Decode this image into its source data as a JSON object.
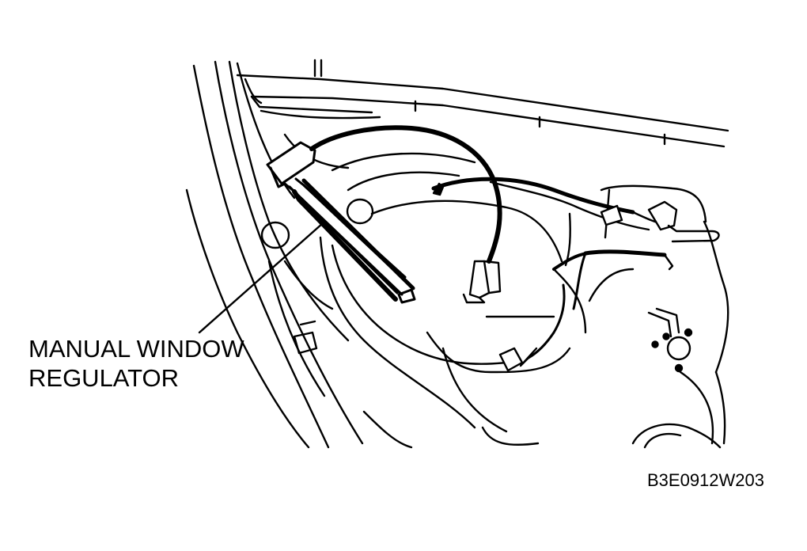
{
  "callout": {
    "line1": "MANUAL WINDOW",
    "line2": "REGULATOR"
  },
  "figure_code": "B3E0912W203",
  "colors": {
    "ink": "#000000",
    "paper": "#ffffff"
  }
}
